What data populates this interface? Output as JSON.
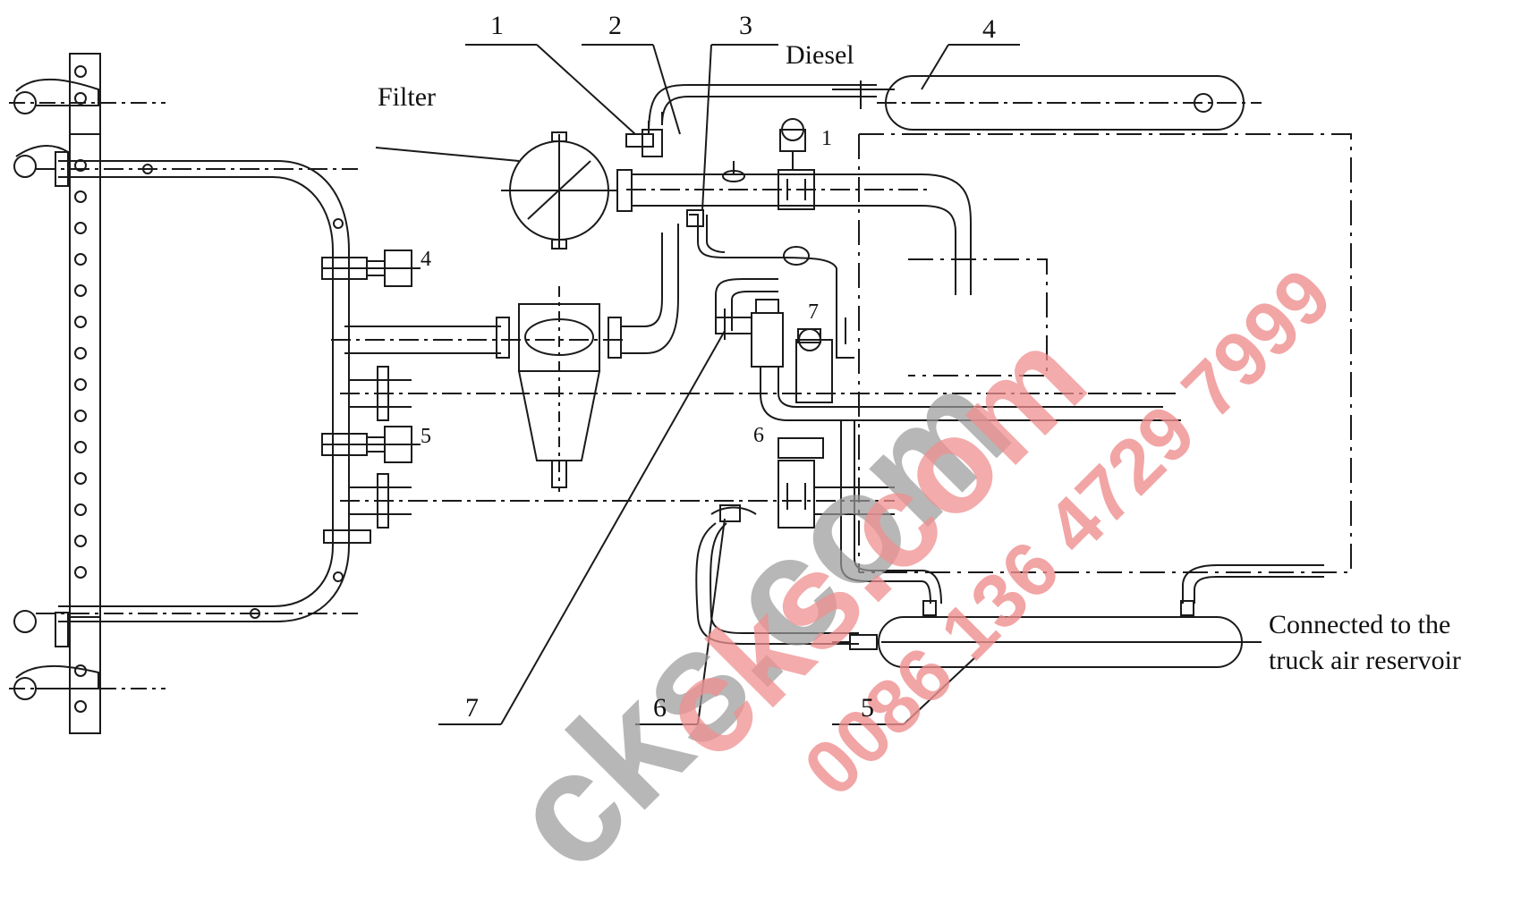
{
  "labels": {
    "filter": "Filter",
    "diesel": "Diesel",
    "connected_line1": "Connected to the",
    "connected_line2": "truck air reservoir"
  },
  "callouts": {
    "top": [
      "1",
      "2",
      "3",
      "4"
    ],
    "bottom": [
      "7",
      "6",
      "5"
    ]
  },
  "inline_numbers": {
    "valve_1": "1",
    "valve_4": "4",
    "valve_5": "5",
    "valve_6": "6",
    "valve_7": "7"
  },
  "watermark": {
    "brand": "cks.com",
    "phone": "0086 136 4729 7999"
  },
  "colors": {
    "line": "#1a1a1a",
    "watermark_red": "#ef8f8f",
    "watermark_grey": "#9a9a9a"
  }
}
